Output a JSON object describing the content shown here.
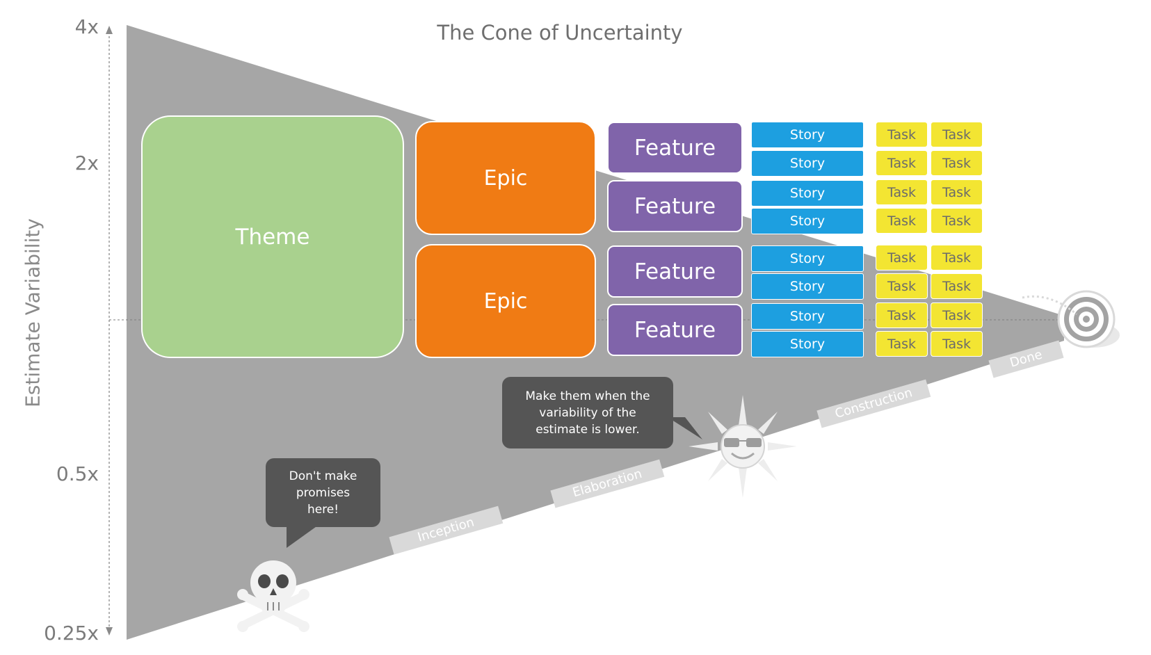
{
  "title": "The Cone of Uncertainty",
  "y_axis": {
    "label": "Estimate Variability",
    "ticks": [
      "4x",
      "2x",
      "0.5x",
      "0.25x"
    ]
  },
  "hierarchy": {
    "theme": "Theme",
    "epics": [
      "Epic",
      "Epic"
    ],
    "features": [
      "Feature",
      "Feature",
      "Feature",
      "Feature"
    ],
    "stories": [
      "Story",
      "Story",
      "Story",
      "Story",
      "Story",
      "Story",
      "Story",
      "Story"
    ],
    "tasks": [
      "Task",
      "Task",
      "Task",
      "Task",
      "Task",
      "Task",
      "Task",
      "Task",
      "Task",
      "Task",
      "Task",
      "Task",
      "Task",
      "Task",
      "Task",
      "Task"
    ]
  },
  "phases": [
    "Inception",
    "Elaboration",
    "Construction",
    "Done"
  ],
  "callouts": {
    "warning": "Don't make promises here!",
    "advice": "Make them when the variability of the estimate is lower."
  },
  "icons": [
    "skull-crossbones-icon",
    "sunglasses-sun-icon",
    "target-icon"
  ],
  "colors": {
    "cone": "#a6a6a6",
    "theme": "#a9d18e",
    "epic": "#f07b14",
    "feature": "#8064aa",
    "story": "#1d9fe0",
    "task": "#f3e532",
    "callout": "#555555"
  }
}
